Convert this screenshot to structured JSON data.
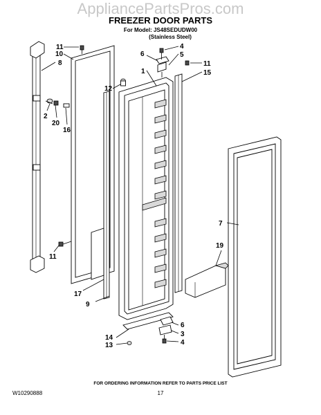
{
  "watermark": "AppliancePartsPros.com",
  "title": "FREEZER DOOR PARTS",
  "model_line": "For Model: JS48SEDUDW00",
  "finish_line": "(Stainless Steel)",
  "callouts": {
    "c11a": "11",
    "c10": "10",
    "c8": "8",
    "c6a": "6",
    "c4a": "4",
    "c5": "5",
    "c11b": "11",
    "c15": "15",
    "c1": "1",
    "c12": "12",
    "c2": "2",
    "c20": "20",
    "c16": "16",
    "c7": "7",
    "c19": "19",
    "c11c": "11",
    "c17": "17",
    "c9": "9",
    "c6b": "6",
    "c3": "3",
    "c14": "14",
    "c13": "13",
    "c4b": "4"
  },
  "footer": {
    "doc_number": "W10290888",
    "ordering_note": "FOR ORDERING INFORMATION REFER TO PARTS PRICE LIST",
    "page_number": "17"
  }
}
